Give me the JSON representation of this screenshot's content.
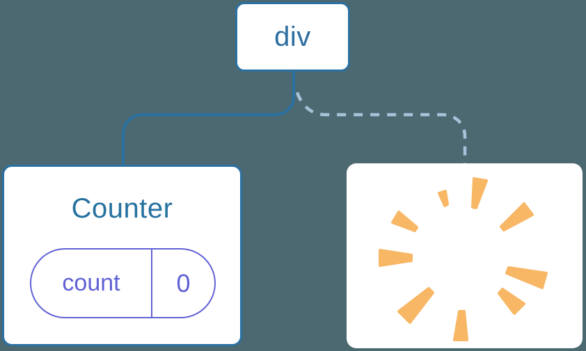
{
  "colors": {
    "background": "#4C6972",
    "node_bg": "#FFFFFF",
    "node_border": "#2A70A1",
    "node_text": "#2D6EA0",
    "counter_title_text": "#25719F",
    "dashed_edge": "#A5C4DA",
    "state_accent": "#6161D6",
    "poof_orange": "#F8B765"
  },
  "diagram": {
    "root_node": {
      "label": "div"
    },
    "counter_node": {
      "title": "Counter",
      "state": {
        "name": "count",
        "value": "0"
      }
    },
    "removed_node": {
      "icon": "poof-starburst"
    },
    "edges": [
      {
        "type": "solid",
        "from": "div",
        "to": "Counter"
      },
      {
        "type": "dashed",
        "from": "div",
        "to": "removed-node"
      }
    ]
  }
}
